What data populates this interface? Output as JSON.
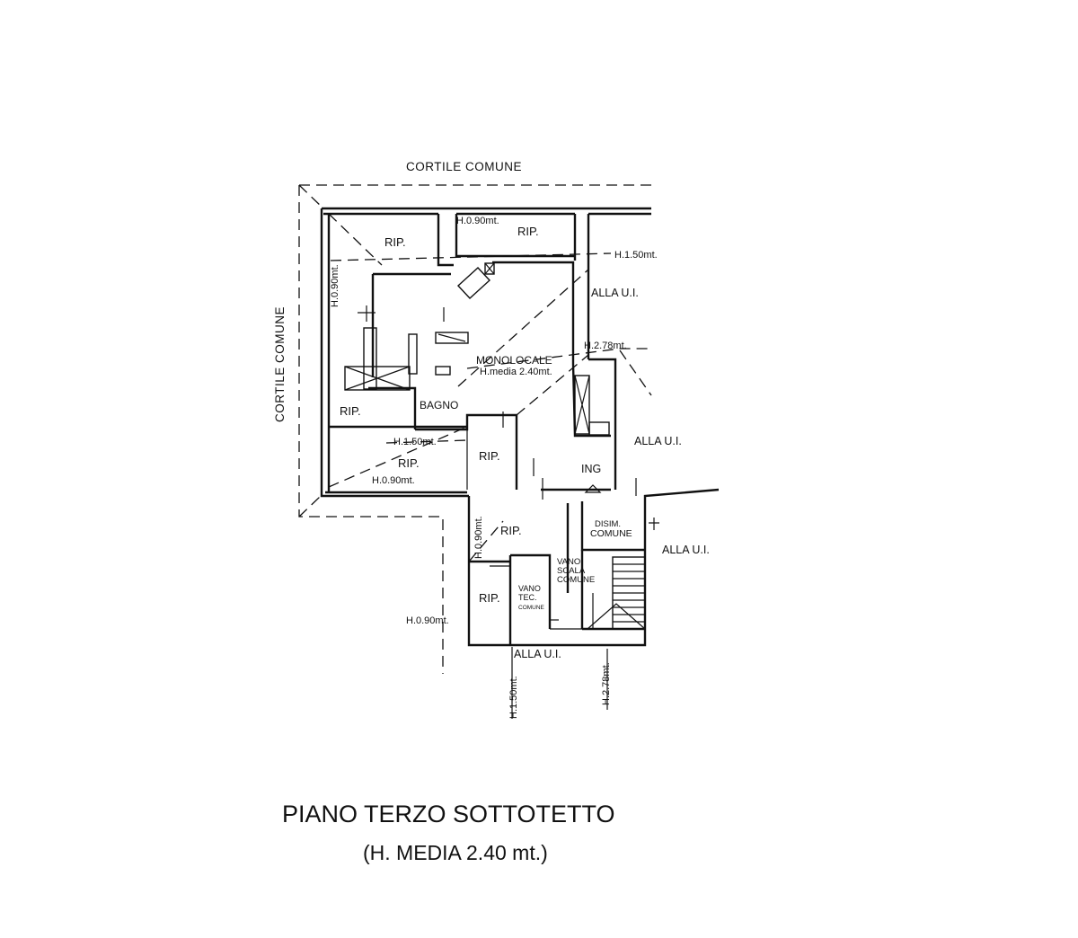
{
  "labels": {
    "cortile_top": "CORTILE COMUNE",
    "cortile_left": "CORTILE COMUNE",
    "rip_1": "RIP.",
    "rip_2": "RIP.",
    "rip_3": "RIP.",
    "rip_4": "RIP.",
    "rip_5": "RIP.",
    "rip_6": "RIP.",
    "rip_7": "RIP.",
    "h090_top": "H.0.90mt.",
    "h090_left": "H.0.90mt.",
    "h090_mid": "H.0.90mt.",
    "h090_low": "H.0.90mt.",
    "h090_bottom": "H.0.90mt.",
    "h150_top": "H.1.50mt.",
    "h150_mid": "H.1.50mt.",
    "h150_bottom": "H.1.50mt.",
    "h278_mid": "H.2.78mt.",
    "h278_bottom": "H.2.78mt.",
    "alla_ui_1": "ALLA U.I.",
    "alla_ui_2": "ALLA U.I.",
    "alla_ui_3": "ALLA U.I.",
    "alla_ui_4": "ALLA U.I.",
    "monolocale": "MONOLOCALE",
    "h_media_room": "H.media 2.40mt.",
    "bagno": "BAGNO",
    "ing": "ING",
    "disim_1": "DISIM.",
    "disim_2": "COMUNE",
    "vano_scala_1": "VANO",
    "vano_scala_2": "SCALA",
    "vano_scala_3": "COMUNE",
    "vano_tec_1": "VANO",
    "vano_tec_2": "TEC.",
    "vano_tec_3": "COMUNE"
  },
  "title": {
    "main": "PIANO TERZO SOTTOTETTO",
    "sub": "(H. MEDIA 2.40 mt.)"
  }
}
